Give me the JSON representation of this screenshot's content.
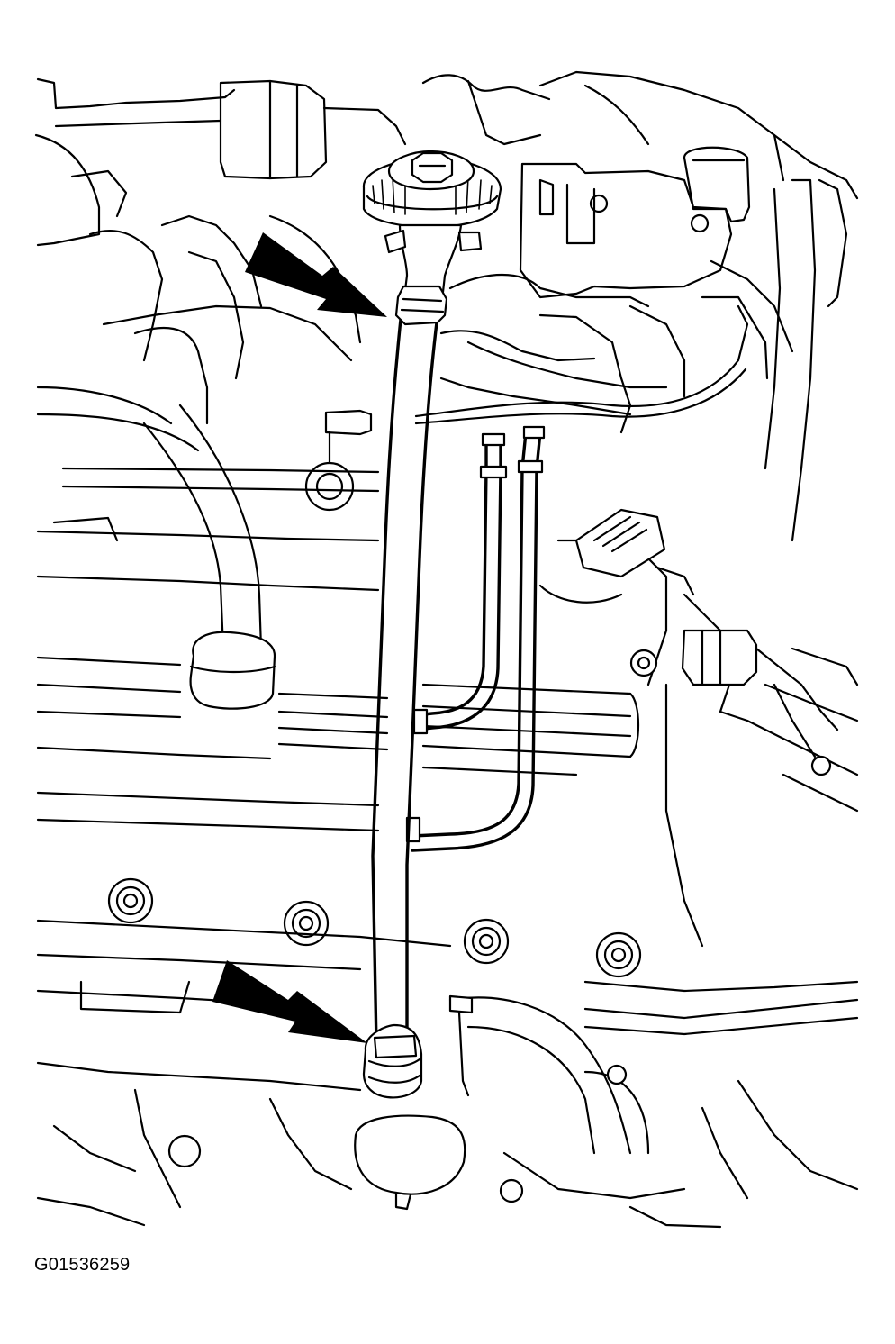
{
  "figure": {
    "code": "G01536259",
    "subject": "engine-bay-hose-routing",
    "callouts": [
      {
        "name": "upper-hose-connection",
        "target": "valve-top-fitting"
      },
      {
        "name": "lower-hose-connection",
        "target": "lower-fitting"
      }
    ],
    "colors": {
      "line": "#000000",
      "background": "#ffffff",
      "arrow": "#000000"
    }
  }
}
